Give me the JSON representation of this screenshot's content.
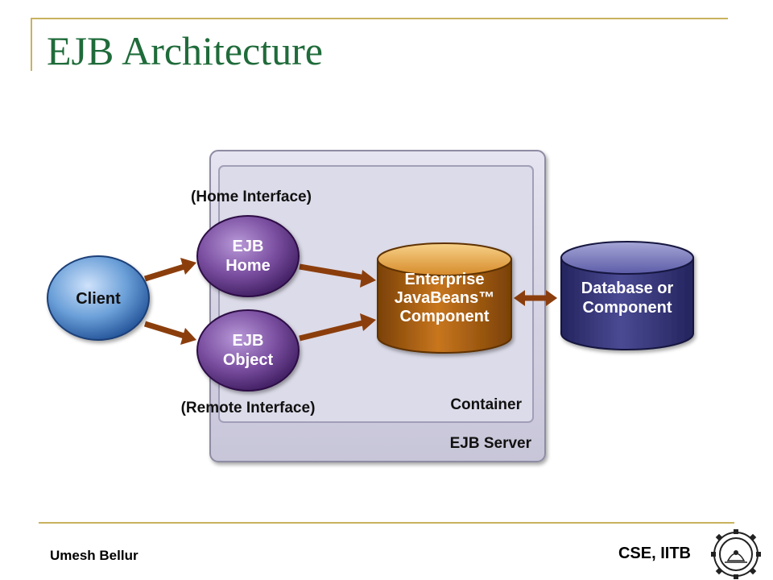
{
  "slide": {
    "title": "EJB Architecture",
    "author": "Umesh Bellur",
    "affiliation": "CSE, IITB"
  },
  "diagram": {
    "nodes": {
      "client": "Client",
      "ejb_home": [
        "EJB",
        "Home"
      ],
      "ejb_object": [
        "EJB",
        "Object"
      ],
      "ejb_component": [
        "Enterprise",
        "JavaBeans™",
        "Component"
      ],
      "database": [
        "Database or",
        "Component"
      ]
    },
    "labels": {
      "home_interface": "(Home Interface)",
      "remote_interface": "(Remote Interface)",
      "container": "Container",
      "ejb_server": "EJB Server"
    },
    "colors": {
      "client": "#6a9fd8",
      "ejb_nodes": "#7a4ea0",
      "component": "#c8761e",
      "database": "#4a4a94",
      "arrows": "#8b3e0c",
      "server_box": "#d5d3e3",
      "title": "#1f6b3a",
      "rule": "#c9b25e"
    }
  },
  "logo": {
    "icon": "iitb-emblem-icon"
  }
}
